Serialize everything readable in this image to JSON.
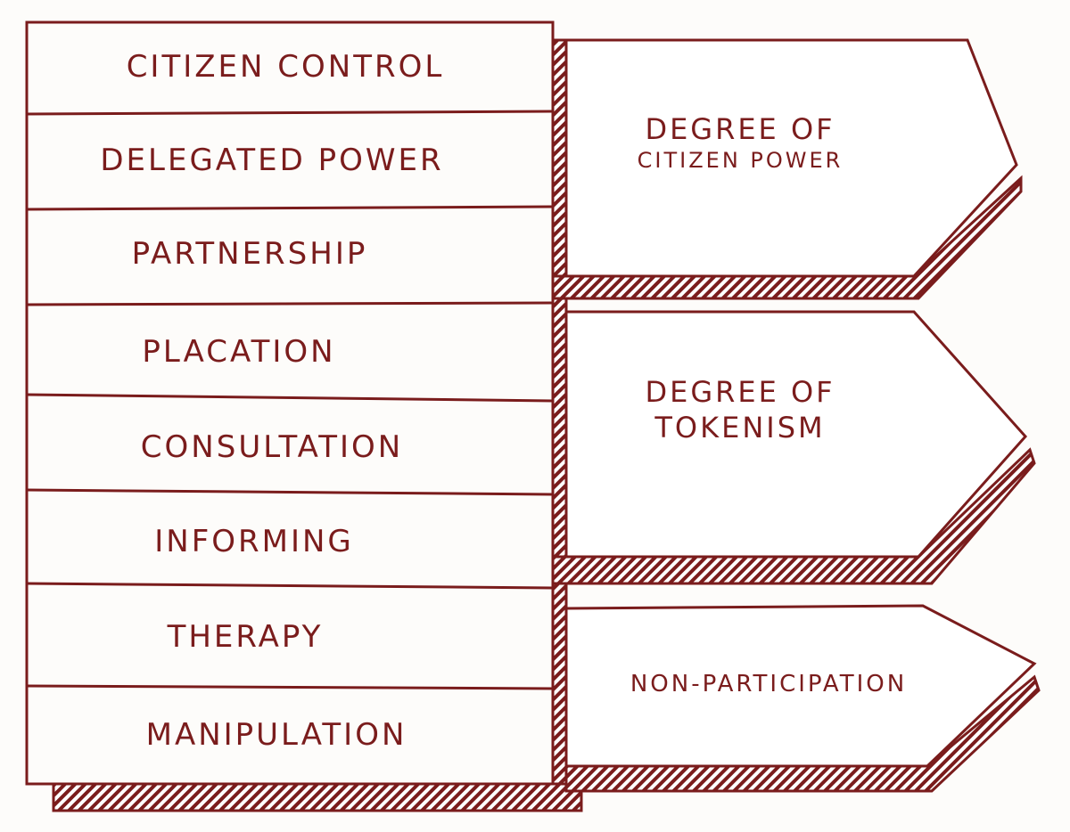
{
  "ink_color": "#7a1c1c",
  "ladder": {
    "rungs": [
      {
        "label": "CITIZEN CONTROL"
      },
      {
        "label": "DELEGATED POWER"
      },
      {
        "label": "PARTNERSHIP"
      },
      {
        "label": "PLACATION"
      },
      {
        "label": "CONSULTATION"
      },
      {
        "label": "INFORMING"
      },
      {
        "label": "THERAPY"
      },
      {
        "label": "MANIPULATION"
      }
    ]
  },
  "groups": [
    {
      "line1": "DEGREE OF",
      "line2": "CITIZEN POWER"
    },
    {
      "line1": "DEGREE OF",
      "line2": "TOKENISM"
    },
    {
      "line1": "NON-PARTICIPATION"
    }
  ]
}
